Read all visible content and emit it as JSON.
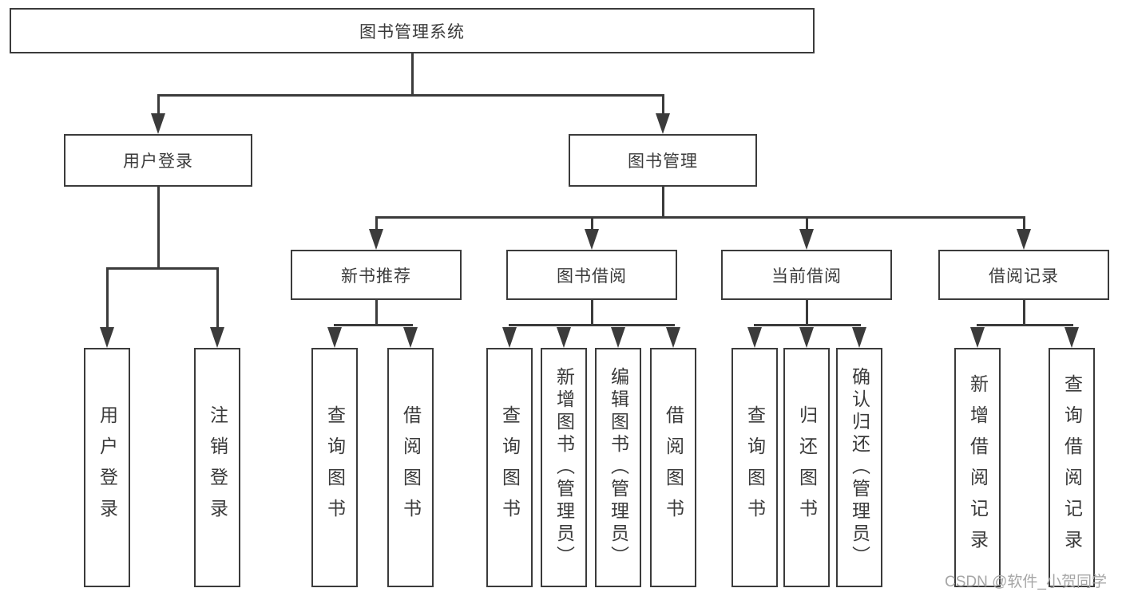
{
  "tree": {
    "label": "图书管理系统",
    "children": [
      {
        "label": "用户登录",
        "children": [
          {
            "label": "用户登录"
          },
          {
            "label": "注销登录"
          }
        ]
      },
      {
        "label": "图书管理",
        "children": [
          {
            "label": "新书推荐",
            "children": [
              {
                "label": "查询图书"
              },
              {
                "label": "借阅图书"
              }
            ]
          },
          {
            "label": "图书借阅",
            "children": [
              {
                "label": "查询图书"
              },
              {
                "label": "新增图书（管理员）"
              },
              {
                "label": "编辑图书（管理员）"
              },
              {
                "label": "借阅图书"
              }
            ]
          },
          {
            "label": "当前借阅",
            "children": [
              {
                "label": "查询图书"
              },
              {
                "label": "归还图书"
              },
              {
                "label": "确认归还（管理员）"
              }
            ]
          },
          {
            "label": "借阅记录",
            "children": [
              {
                "label": "新增借阅记录"
              },
              {
                "label": "查询借阅记录"
              }
            ]
          }
        ]
      }
    ]
  },
  "watermark": "CSDN @软件_小贺同学",
  "colors": {
    "line": "#3b3b3b",
    "text": "#3a3a3a",
    "watermark": "#a6a6a6",
    "background": "#ffffff"
  }
}
